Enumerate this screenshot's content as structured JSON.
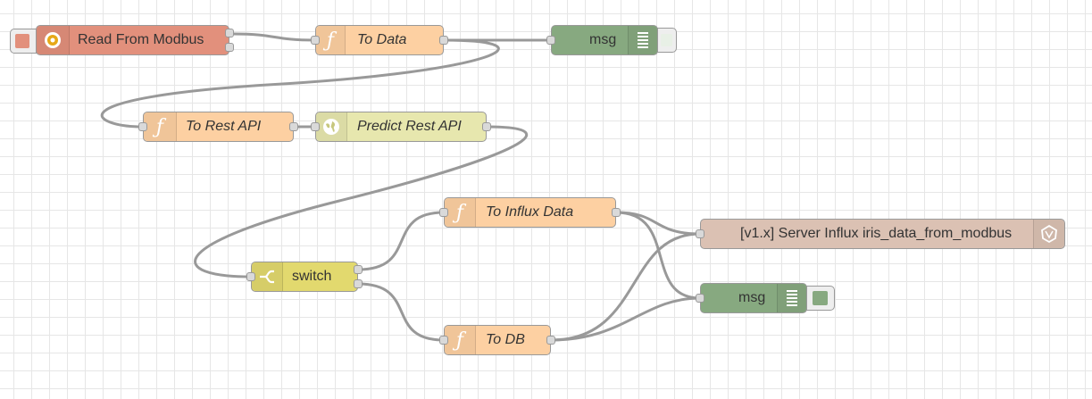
{
  "nodes": {
    "read_modbus": {
      "label": "Read From Modbus",
      "color": "#e2907c",
      "icon": "modbus-gear-icon"
    },
    "to_data": {
      "label": "To Data",
      "color": "#fdd0a2",
      "icon": "function-icon"
    },
    "debug_top": {
      "label": "msg",
      "color": "#87a980",
      "icon": "debug-list-icon"
    },
    "to_rest_api": {
      "label": "To Rest API",
      "color": "#fdd0a2",
      "icon": "function-icon"
    },
    "predict_rest_api": {
      "label": "Predict Rest API",
      "color": "#e7e7ae",
      "icon": "globe-icon"
    },
    "switch": {
      "label": "switch",
      "color": "#e2d96e",
      "icon": "switch-icon"
    },
    "to_influx": {
      "label": "To Influx Data",
      "color": "#fdd0a2",
      "icon": "function-icon"
    },
    "influx_out": {
      "label": "[v1.x] Server Influx iris_data_from_modbus",
      "color": "#dbc1b3",
      "icon": "influxdb-icon"
    },
    "debug_bottom": {
      "label": "msg",
      "color": "#87a980",
      "icon": "debug-list-icon"
    },
    "to_db": {
      "label": "To DB",
      "color": "#fdd0a2",
      "icon": "function-icon"
    }
  }
}
